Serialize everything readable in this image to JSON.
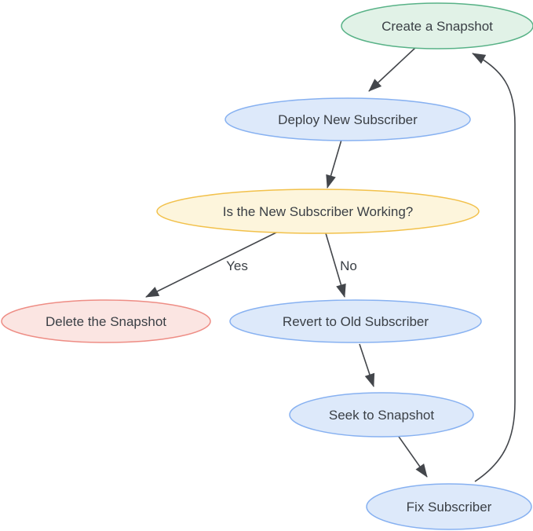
{
  "diagram": {
    "type": "flowchart",
    "background_color": "#ffffff",
    "arrow_color": "#43464b",
    "text_color": "#3a3f45",
    "nodes": [
      {
        "id": "create-snapshot",
        "label": "Create a Snapshot",
        "shape": "ellipse",
        "fill": "#e1f2e7",
        "stroke": "#58b287"
      },
      {
        "id": "deploy-new-subscriber",
        "label": "Deploy New Subscriber",
        "shape": "ellipse",
        "fill": "#dde9fa",
        "stroke": "#87b1f1"
      },
      {
        "id": "is-new-subscriber-working",
        "label": "Is the New Subscriber Working?",
        "shape": "ellipse",
        "fill": "#fdf5dc",
        "stroke": "#f2c14b"
      },
      {
        "id": "delete-the-snapshot",
        "label": "Delete the Snapshot",
        "shape": "ellipse",
        "fill": "#fbe5e2",
        "stroke": "#ee8d85"
      },
      {
        "id": "revert-to-old-subscriber",
        "label": "Revert to Old Subscriber",
        "shape": "ellipse",
        "fill": "#dde9fa",
        "stroke": "#87b1f1"
      },
      {
        "id": "seek-to-snapshot",
        "label": "Seek to Snapshot",
        "shape": "ellipse",
        "fill": "#dde9fa",
        "stroke": "#87b1f1"
      },
      {
        "id": "fix-subscriber",
        "label": "Fix Subscriber",
        "shape": "ellipse",
        "fill": "#dde9fa",
        "stroke": "#87b1f1"
      }
    ],
    "edges": [
      {
        "from": "create-snapshot",
        "to": "deploy-new-subscriber",
        "label": ""
      },
      {
        "from": "deploy-new-subscriber",
        "to": "is-new-subscriber-working",
        "label": ""
      },
      {
        "from": "is-new-subscriber-working",
        "to": "delete-the-snapshot",
        "label": "Yes"
      },
      {
        "from": "is-new-subscriber-working",
        "to": "revert-to-old-subscriber",
        "label": "No"
      },
      {
        "from": "revert-to-old-subscriber",
        "to": "seek-to-snapshot",
        "label": ""
      },
      {
        "from": "seek-to-snapshot",
        "to": "fix-subscriber",
        "label": ""
      },
      {
        "from": "fix-subscriber",
        "to": "create-snapshot",
        "label": ""
      }
    ]
  }
}
